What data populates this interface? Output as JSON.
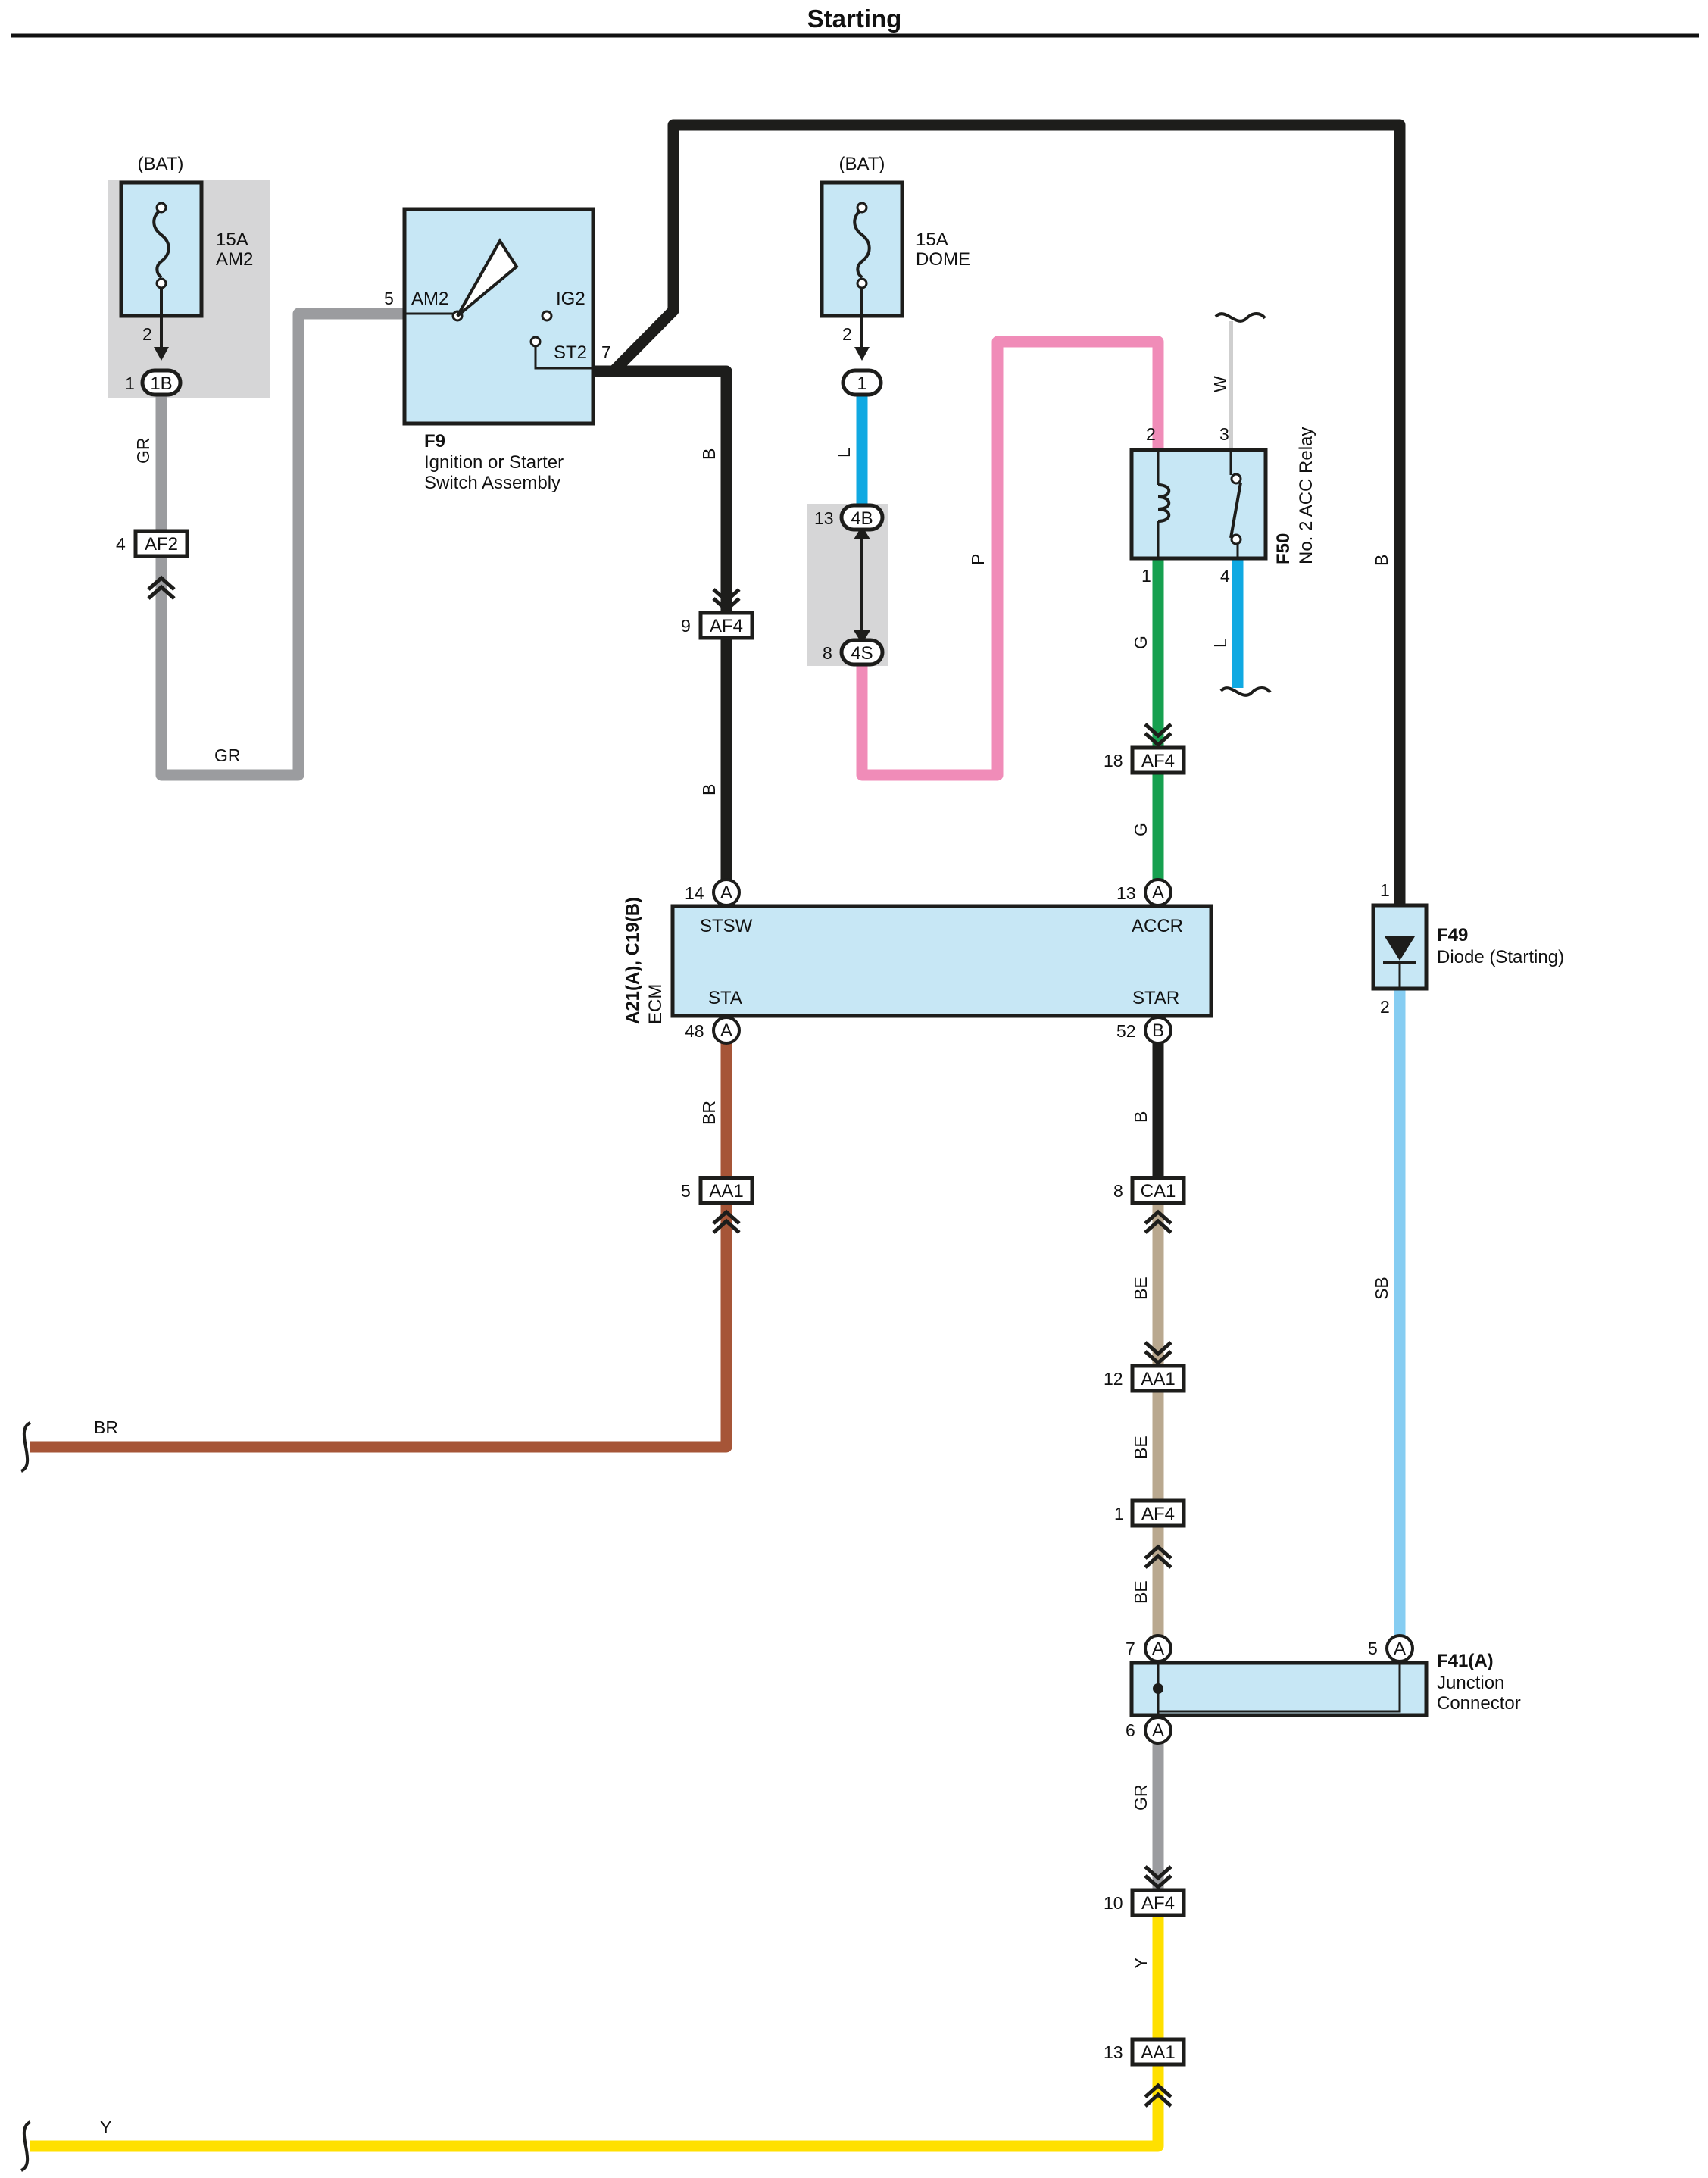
{
  "page": {
    "title": "Starting"
  },
  "colors": {
    "component_fill": "#c7e7f5",
    "shade": "#d6d6d7",
    "wire_B": "#1d1d1b",
    "wire_GR": "#9b9c9f",
    "wire_L": "#10a9e2",
    "wire_P": "#f08cb8",
    "wire_G": "#16a04f",
    "wire_BR": "#a65537",
    "wire_BE": "#b9a88f",
    "wire_SB": "#86cdf2",
    "wire_Y": "#ffe000",
    "wire_W": "#cfcfcf"
  },
  "fuse_am2": {
    "source": "(BAT)",
    "rating": "15A",
    "name": "AM2",
    "pin": "2"
  },
  "fuse_dome": {
    "source": "(BAT)",
    "rating": "15A",
    "name": "DOME",
    "pin": "2"
  },
  "f9": {
    "id": "F9",
    "name_line1": "Ignition or Starter",
    "name_line2": "Switch Assembly",
    "pin_am2": "AM2",
    "pin_ig2": "IG2",
    "pin_st2": "ST2",
    "pin_am2_no": "5",
    "pin_st2_no": "7"
  },
  "f50": {
    "id": "F50",
    "name": "No. 2 ACC Relay",
    "pin2": "2",
    "pin3": "3",
    "pin1": "1",
    "pin4": "4"
  },
  "f49": {
    "id": "F49",
    "name": "Diode (Starting)",
    "pin1": "1",
    "pin2": "2"
  },
  "ecm": {
    "id": "A21(A), C19(B)",
    "name": "ECM",
    "term_stsw": "STSW",
    "term_accr": "ACCR",
    "term_sta": "STA",
    "term_star": "STAR",
    "pin14": "14",
    "pin13": "13",
    "pin48": "48",
    "pin52": "52",
    "conn_a": "A",
    "conn_b": "B"
  },
  "f41": {
    "id": "F41(A)",
    "name_line1": "Junction",
    "name_line2": "Connector",
    "pin7": "7",
    "pin5": "5",
    "pin6": "6",
    "conn": "A"
  },
  "connectors": {
    "c_1b": {
      "code": "1B",
      "pin": "1"
    },
    "c_dome_1": {
      "code": "1"
    },
    "c_4b": {
      "code": "4B",
      "pin": "13"
    },
    "c_4s": {
      "code": "4S",
      "pin": "8"
    },
    "c_af2": {
      "code": "AF2",
      "pin": "4"
    },
    "c_af4_9": {
      "code": "AF4",
      "pin": "9"
    },
    "c_af4_18": {
      "code": "AF4",
      "pin": "18"
    },
    "c_aa1_5": {
      "code": "AA1",
      "pin": "5"
    },
    "c_ca1_8": {
      "code": "CA1",
      "pin": "8"
    },
    "c_aa1_12": {
      "code": "AA1",
      "pin": "12"
    },
    "c_af4_1": {
      "code": "AF4",
      "pin": "1"
    },
    "c_af4_10": {
      "code": "AF4",
      "pin": "10"
    },
    "c_aa1_13": {
      "code": "AA1",
      "pin": "13"
    }
  },
  "wire_labels": {
    "gr_upper": "GR",
    "gr_bottom": "GR",
    "b_st2_upper": "B",
    "b_st2_lower": "B",
    "l_dome": "L",
    "p_relay": "P",
    "w_relay": "W",
    "g_upper": "G",
    "g_lower": "G",
    "l_relay": "L",
    "b_diode": "B",
    "br_vert": "BR",
    "br_horiz": "BR",
    "b_star": "B",
    "be_1": "BE",
    "be_2": "BE",
    "be_3": "BE",
    "sb": "SB",
    "gr_jc": "GR",
    "y_vert": "Y",
    "y_horiz": "Y"
  }
}
